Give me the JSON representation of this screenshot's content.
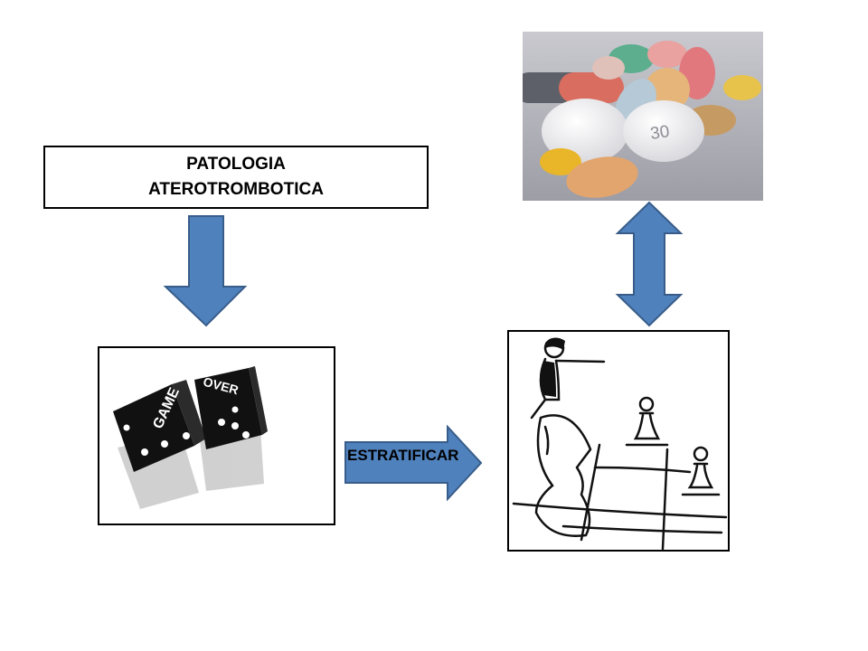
{
  "top_box": {
    "line1": "PATOLOGIA",
    "line2": "ATEROTROMBOTICA"
  },
  "arrow_label": "ESTRATIFICAR",
  "dice": {
    "left_die_text": "GAME",
    "right_die_text": "OVER"
  },
  "pill_tablet_text": "30",
  "colors": {
    "arrow_fill": "#4F81BD",
    "arrow_stroke": "#385D8A"
  }
}
